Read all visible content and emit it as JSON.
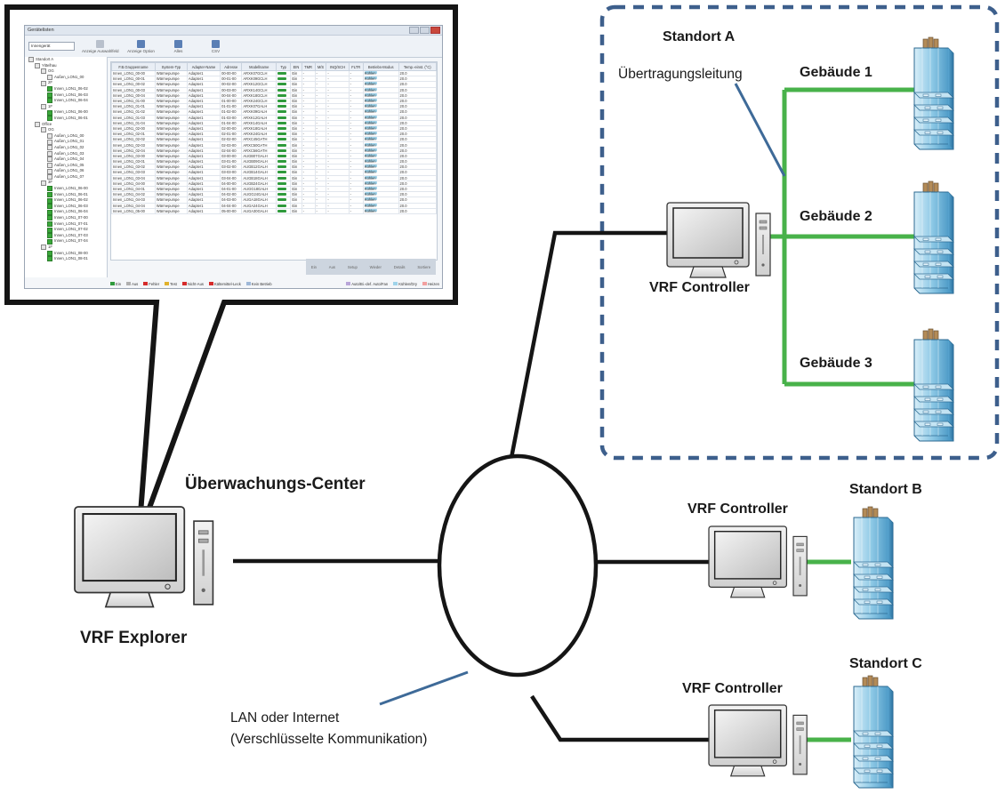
{
  "labels": {
    "site_a": "Standort A",
    "transmission_line": "Übertragungsleitung",
    "building_1": "Gebäude 1",
    "building_2": "Gebäude 2",
    "building_3": "Gebäude 3",
    "vrf_controller_a": "VRF Controller",
    "monitoring_center": "Überwachungs-Center",
    "vrf_explorer": "VRF Explorer",
    "site_b": "Standort B",
    "vrf_controller_b": "VRF Controller",
    "site_c": "Standort C",
    "vrf_controller_c": "VRF Controller",
    "network_line1": "LAN oder Internet",
    "network_line2": "(Verschlüsselte Kommunikation)"
  },
  "colors": {
    "dashed_border": "#3d5f8c",
    "green_link": "#48b24a",
    "black_link": "#151515",
    "pointer_line": "#3e6a98",
    "building_glass": "#8ec9e6"
  },
  "app_window": {
    "title": "Gerätelisten",
    "area_select": "Innengerät",
    "toolbar": [
      "Anzeige Auswahlfeld",
      "Anzeige Option",
      "Alles",
      "CSV"
    ],
    "tree": [
      "Standort A",
      "Yittelhau",
      "OG",
      "Außen_LON1_00",
      "2F",
      "Innen_LON1_06-02",
      "Innen_LON1_06-03",
      "Innen_LON1_06-04",
      "1F",
      "Innen_LON1_06-00",
      "Innen_LON1_06-01",
      "Office",
      "OG",
      "Außen_LON1_00",
      "Außen_LON1_01",
      "Außen_LON1_02",
      "Außen_LON1_03",
      "Außen_LON1_04",
      "Außen_LON1_05",
      "Außen_LON1_06",
      "Außen_LON1_07",
      "3F",
      "Innen_LON1_06-00",
      "Innen_LON1_06-01",
      "Innen_LON1_06-02",
      "Innen_LON1_06-03",
      "Innen_LON1_06-04",
      "Innen_LON1_07-00",
      "Innen_LON1_07-01",
      "Innen_LON1_07-02",
      "Innen_LON1_07-03",
      "Innen_LON1_07-04",
      "1F",
      "Innen_LON1_08-00",
      "Innen_LON1_08-01"
    ],
    "columns": [
      "F.B.Gruppenname",
      "System-Typ",
      "Adapter-Name",
      "Adresse",
      "Modellname",
      "Typ",
      "EIN",
      "TMR",
      "M/S",
      "INQ/SCH",
      "FLTR",
      "Betriebs-Modus",
      "Temp.-einst. (°C)"
    ],
    "rows": [
      [
        "Innen_LON1_00-00",
        "Wärmepumpe",
        "Adapter1",
        "00-00-00",
        "ARXK07GCLH",
        "Ein",
        "Kühlen",
        "20.0"
      ],
      [
        "Innen_LON1_00-01",
        "Wärmepumpe",
        "Adapter1",
        "00-01-00",
        "ARXK09GCLH",
        "Ein",
        "Kühlen",
        "20.0"
      ],
      [
        "Innen_LON1_00-02",
        "Wärmepumpe",
        "Adapter1",
        "00-02-00",
        "ARXK12GCLH",
        "Ein",
        "Kühlen",
        "20.0"
      ],
      [
        "Innen_LON1_00-03",
        "Wärmepumpe",
        "Adapter1",
        "00-03-00",
        "ARXK14GCLH",
        "Ein",
        "Kühlen",
        "20.0"
      ],
      [
        "Innen_LON1_00-04",
        "Wärmepumpe",
        "Adapter1",
        "00-04-00",
        "ARXK18GCLH",
        "Ein",
        "Kühlen",
        "20.0"
      ],
      [
        "Innen_LON1_01-00",
        "Wärmepumpe",
        "Adapter1",
        "01-00-00",
        "ARXK24GCLH",
        "Ein",
        "Kühlen",
        "20.0"
      ],
      [
        "Innen_LON1_01-01",
        "Wärmepumpe",
        "Adapter1",
        "01-01-00",
        "ARXK07GALH",
        "Ein",
        "Kühlen",
        "20.0"
      ],
      [
        "Innen_LON1_01-02",
        "Wärmepumpe",
        "Adapter1",
        "01-02-00",
        "ARXK09GALH",
        "Ein",
        "Kühlen",
        "20.0"
      ],
      [
        "Innen_LON1_01-03",
        "Wärmepumpe",
        "Adapter1",
        "01-03-00",
        "ARXK12GALH",
        "Ein",
        "Kühlen",
        "20.0"
      ],
      [
        "Innen_LON1_01-04",
        "Wärmepumpe",
        "Adapter1",
        "01-04-00",
        "ARXK14GALH",
        "Ein",
        "Kühlen",
        "20.0"
      ],
      [
        "Innen_LON1_02-00",
        "Wärmepumpe",
        "Adapter1",
        "02-00-00",
        "ARXK18GALH",
        "Ein",
        "Kühlen",
        "20.0"
      ],
      [
        "Innen_LON1_02-01",
        "Wärmepumpe",
        "Adapter1",
        "02-01-00",
        "ARXK24GALH",
        "Ein",
        "Kühlen",
        "20.0"
      ],
      [
        "Innen_LON1_02-02",
        "Wärmepumpe",
        "Adapter1",
        "02-02-00",
        "ARXC45GATH",
        "Ein",
        "Kühlen",
        "20.0"
      ],
      [
        "Innen_LON1_02-03",
        "Wärmepumpe",
        "Adapter1",
        "02-03-00",
        "ARXC50GATH",
        "Ein",
        "Kühlen",
        "20.0"
      ],
      [
        "Innen_LON1_02-04",
        "Wärmepumpe",
        "Adapter1",
        "02-04-00",
        "ARXC56GATH",
        "Ein",
        "Kühlen",
        "20.0"
      ],
      [
        "Innen_LON1_03-00",
        "Wärmepumpe",
        "Adapter1",
        "03-00-00",
        "AUGB07GALH",
        "Ein",
        "Kühlen",
        "20.0"
      ],
      [
        "Innen_LON1_03-01",
        "Wärmepumpe",
        "Adapter1",
        "03-01-00",
        "AUGB09GALH",
        "Ein",
        "Kühlen",
        "20.0"
      ],
      [
        "Innen_LON1_03-02",
        "Wärmepumpe",
        "Adapter1",
        "03-02-00",
        "AUGB12GALH",
        "Ein",
        "Kühlen",
        "20.0"
      ],
      [
        "Innen_LON1_03-03",
        "Wärmepumpe",
        "Adapter1",
        "03-03-00",
        "AUGB14GALH",
        "Ein",
        "Kühlen",
        "20.0"
      ],
      [
        "Innen_LON1_03-04",
        "Wärmepumpe",
        "Adapter1",
        "03-04-00",
        "AUGB18GALH",
        "Ein",
        "Kühlen",
        "20.0"
      ],
      [
        "Innen_LON1_04-00",
        "Wärmepumpe",
        "Adapter1",
        "04-00-00",
        "AUGB24GALH",
        "Ein",
        "Kühlen",
        "20.0"
      ],
      [
        "Innen_LON1_04-01",
        "Wärmepumpe",
        "Adapter1",
        "04-01-00",
        "AUGG18GALH",
        "Ein",
        "Kühlen",
        "20.0"
      ],
      [
        "Innen_LON1_04-02",
        "Wärmepumpe",
        "Adapter1",
        "04-02-00",
        "AUGG24GALH",
        "Ein",
        "Kühlen",
        "20.0"
      ],
      [
        "Innen_LON1_04-03",
        "Wärmepumpe",
        "Adapter1",
        "04-03-00",
        "AUGA18GALH",
        "Ein",
        "Kühlen",
        "20.0"
      ],
      [
        "Innen_LON1_04-04",
        "Wärmepumpe",
        "Adapter1",
        "04-04-00",
        "AUGA24GALH",
        "Ein",
        "Kühlen",
        "20.0"
      ],
      [
        "Innen_LON1_05-00",
        "Wärmepumpe",
        "Adapter1",
        "05-00-00",
        "AUGA30GALH",
        "Ein",
        "Kühlen",
        "20.0"
      ]
    ],
    "command_buttons": [
      "Ein",
      "Aus",
      "Setup",
      "Wieder",
      "Details",
      "Sortiere"
    ],
    "legend_left": [
      "Ein",
      "Aus",
      "Fehler",
      "Test",
      "Nicht-Aus",
      "Kältemittel-Leck",
      "Kein Betrieb"
    ],
    "legend_right": [
      "Auto/Bi.-def. Auto/Fan",
      "Kühlen/Dry",
      "Heizen"
    ]
  }
}
